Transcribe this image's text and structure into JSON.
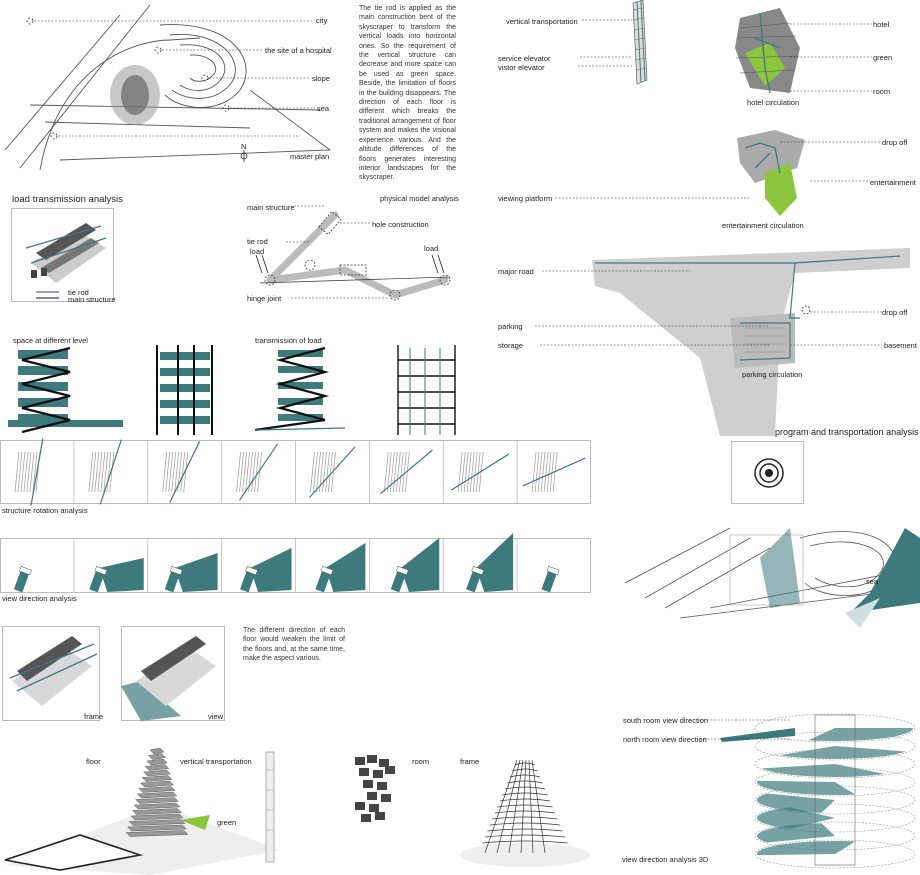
{
  "master_plan": {
    "title": "master plan",
    "labels": [
      "city",
      "the site of a hospital",
      "slope",
      "sea"
    ],
    "north": "N"
  },
  "description_top": "The tie rod is applied as the main construction bent of the skyscraper to transform the vertical loads into horizontal ones. So the requirement of the vertical structure can decrease and more space can be used as green space. Beside, the limitation of floors in the building disappears. The direction of each floor is different which breaks the traditional arrangement of floor system and makes the visional experience various. And the altitude differences of the floors generates interesting interior landscapes for the skyscraper.",
  "load_transmission": {
    "title": "load transmission analysis",
    "legend": [
      "tie rod",
      "main structure"
    ]
  },
  "physical_model": {
    "title": "physical model analysis",
    "labels": [
      "main structure",
      "hole construction",
      "tie rod",
      "load",
      "load",
      "hinge joint"
    ]
  },
  "space_levels": {
    "title": "space at different level"
  },
  "transmission_of_load": {
    "title": "transmission of load"
  },
  "vertical_transport": {
    "labels": [
      "vertical transportation",
      "service elevator",
      "vistor elevator"
    ]
  },
  "hotel": {
    "caption": "hotel circulation",
    "labels": [
      "hotel",
      "green",
      "room"
    ]
  },
  "entertainment": {
    "caption": "entertainment circulation",
    "labels": [
      "drop off",
      "entertainment",
      "viewing platform"
    ]
  },
  "parking": {
    "caption": "parking circulation",
    "labels": [
      "major road",
      "drop off",
      "parking",
      "storage",
      "basement"
    ]
  },
  "program_title": "program and transportation analysis",
  "structure_rotation": {
    "title": "structure rotation analysis"
  },
  "view_direction": {
    "title": "view direction analysis"
  },
  "sea_label": "sea",
  "frame_view": {
    "captions": [
      "frame",
      "view"
    ],
    "text": "The different direction of each floor would weaken the limit of the floors and, at the same time, make the aspect various."
  },
  "bottom": {
    "labels": [
      "floor",
      "vertical transportation",
      "green",
      "room",
      "frame"
    ]
  },
  "view_3d": {
    "caption": "view direction analysis 3D",
    "labels": [
      "south room view direction",
      "north room view direction"
    ]
  },
  "colors": {
    "teal": "#3d7a7d",
    "green": "#8cc63f",
    "grey": "#9a9a9a",
    "dark": "#1a1a1a"
  }
}
